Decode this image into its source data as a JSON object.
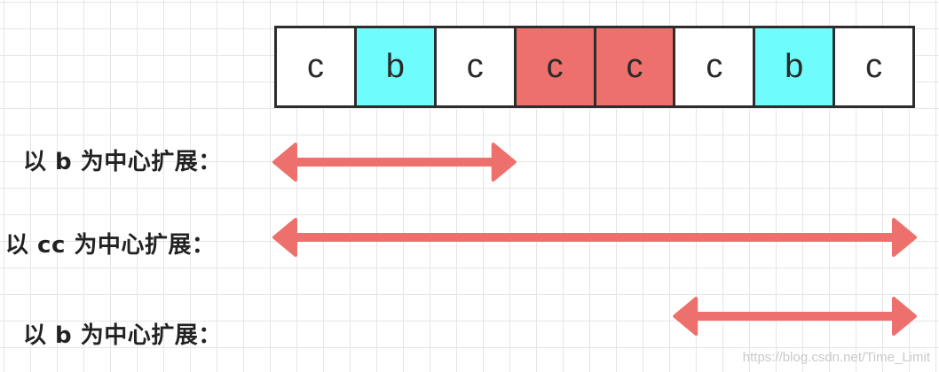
{
  "cells": [
    {
      "char": "c",
      "color": "#ffffff"
    },
    {
      "char": "b",
      "color": "#6ffcfc"
    },
    {
      "char": "c",
      "color": "#ffffff"
    },
    {
      "char": "c",
      "color": "#ee706c"
    },
    {
      "char": "c",
      "color": "#ee706c"
    },
    {
      "char": "c",
      "color": "#ffffff"
    },
    {
      "char": "b",
      "color": "#6ffcfc"
    },
    {
      "char": "c",
      "color": "#ffffff"
    }
  ],
  "rows": [
    {
      "label": "以 b 为中心扩展：",
      "span_start_cell": 0,
      "span_end_cell": 3
    },
    {
      "label": "以 cc 为中心扩展：",
      "span_start_cell": 0,
      "span_end_cell": 8
    },
    {
      "label": "以 b 为中心扩展：",
      "span_start_cell": 5,
      "span_end_cell": 8
    }
  ],
  "arrow_color": "#ee706c",
  "watermark": "https://blog.csdn.net/Time_Limit"
}
